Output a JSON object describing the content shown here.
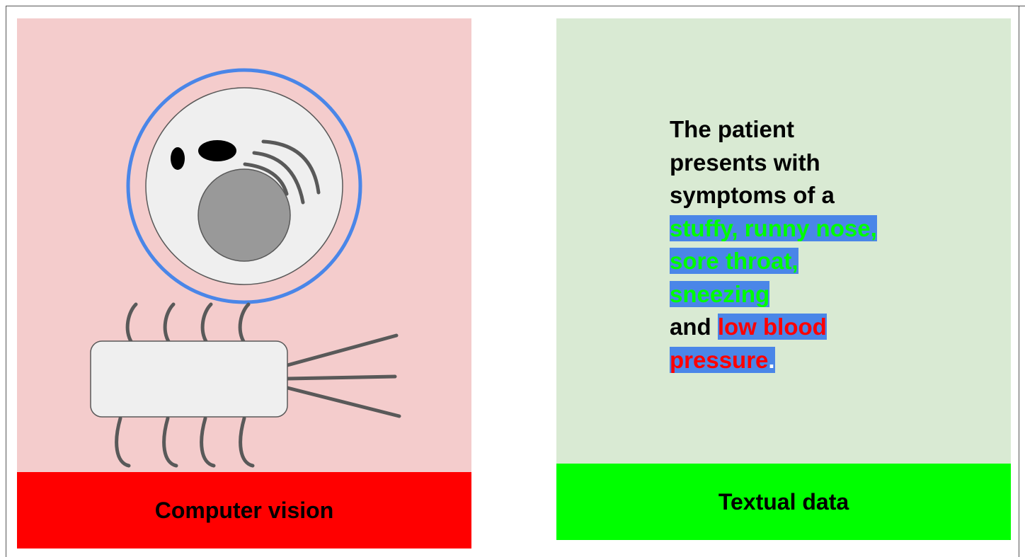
{
  "colors": {
    "left_panel_bg": "#f4cccc",
    "left_footer_bg": "#ff0000",
    "right_panel_bg": "#d9ead3",
    "right_footer_bg": "#00ff00",
    "highlight_bg": "#4a86e8",
    "highlight_green_text": "#00ff00",
    "highlight_red_text": "#ff0000",
    "ring_blue": "#4a86e8",
    "device_fill": "#efefef",
    "device_stroke": "#595959",
    "lens_gray": "#999999"
  },
  "left_panel": {
    "label": "Computer vision",
    "icon": "camera-chip-illustration"
  },
  "right_panel": {
    "label": "Textual data",
    "note": {
      "part1": "The patient presents with symptoms of a ",
      "green_span_1": "stuffy, runny nose, sore throat, sneezing",
      "part2": "and ",
      "red_span": "low blood pressure",
      "period": "."
    }
  }
}
